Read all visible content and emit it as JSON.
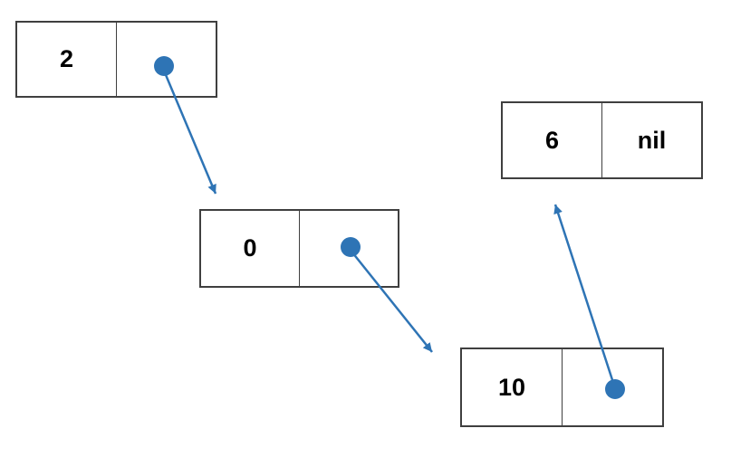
{
  "diagram": {
    "type": "linked-list",
    "nodes": [
      {
        "value": "2",
        "pointer": "dot"
      },
      {
        "value": "0",
        "pointer": "dot"
      },
      {
        "value": "10",
        "pointer": "dot"
      },
      {
        "value": "6",
        "pointer": "nil",
        "pointer_label": "nil"
      }
    ],
    "links": [
      {
        "from": "2",
        "to": "0"
      },
      {
        "from": "0",
        "to": "10"
      },
      {
        "from": "10",
        "to": "6"
      }
    ],
    "colors": {
      "arrow": "#2E74B5",
      "dot": "#2E74B5",
      "node_border": "#3F3F3F",
      "node_fill": "#FFFFFF",
      "text": "#000000",
      "background": "#FFFFFF"
    }
  }
}
